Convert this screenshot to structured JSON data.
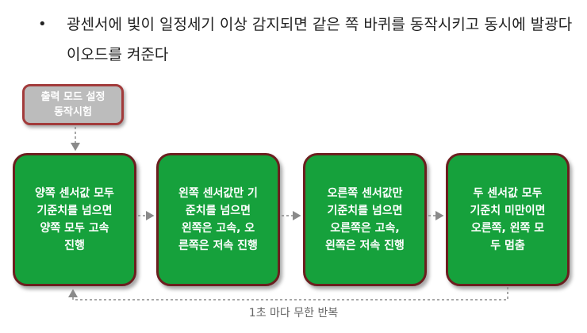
{
  "bullet": {
    "marker": "•",
    "text": "광센서에 빛이 일정세기 이상 감지되면 같은 쪽 바퀴를 동작시키고 동시에 발광다이오드를 켜준다"
  },
  "start": {
    "label_lines": [
      "출력 모드 설정",
      "동작시험"
    ]
  },
  "steps": [
    {
      "lines": [
        "양쪽 센서값 모두",
        "기준치를 넘으면",
        "양쪽 모두 고속",
        "진행"
      ]
    },
    {
      "lines": [
        "왼쪽 센서값만 기",
        "준치를 넘으면",
        "왼쪽은 고속, 오",
        "른쪽은 저속 진행"
      ]
    },
    {
      "lines": [
        "오른쪽 센서값만",
        "기준치를 넘으면",
        "오른쪽은 고속,",
        "왼쪽은 저속 진행"
      ]
    },
    {
      "lines": [
        "두 센서값 모두",
        "기준치 미만이면",
        "오른쪽, 왼쪽 모",
        "두 멈춤"
      ]
    }
  ],
  "loop_label": "1초 마다 무한 반복",
  "colors": {
    "step_fill": "#16a13c",
    "step_border": "#6b1f1f",
    "start_fill": "#bcbcbc",
    "start_border": "#a23b3b",
    "arrow": "#8a8a8a"
  }
}
